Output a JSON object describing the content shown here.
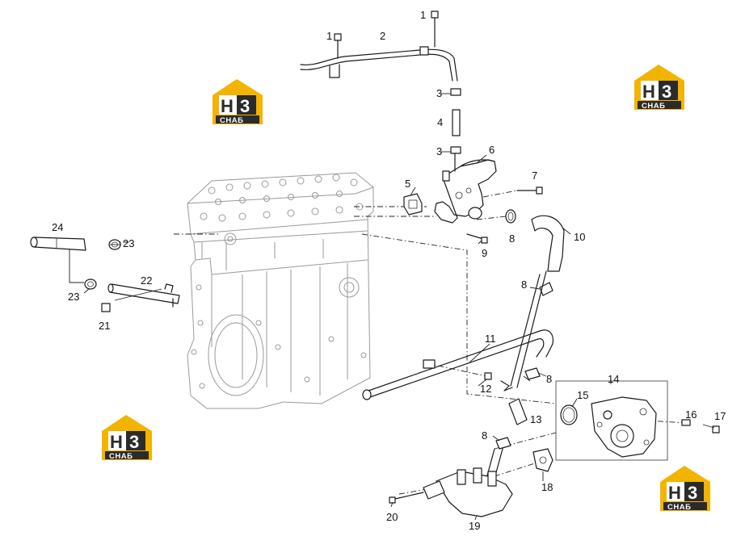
{
  "callouts": [
    {
      "id": "c1a",
      "text": "1"
    },
    {
      "id": "c1b",
      "text": "1"
    },
    {
      "id": "c2",
      "text": "2"
    },
    {
      "id": "c3a",
      "text": "3"
    },
    {
      "id": "c3b",
      "text": "3"
    },
    {
      "id": "c4",
      "text": "4"
    },
    {
      "id": "c5",
      "text": "5"
    },
    {
      "id": "c6",
      "text": "6"
    },
    {
      "id": "c7",
      "text": "7"
    },
    {
      "id": "c8a",
      "text": "8"
    },
    {
      "id": "c8b",
      "text": "8"
    },
    {
      "id": "c8c",
      "text": "8"
    },
    {
      "id": "c8d",
      "text": "8"
    },
    {
      "id": "c9",
      "text": "9"
    },
    {
      "id": "c10",
      "text": "10"
    },
    {
      "id": "c11",
      "text": "11"
    },
    {
      "id": "c12",
      "text": "12"
    },
    {
      "id": "c13",
      "text": "13"
    },
    {
      "id": "c14",
      "text": "14"
    },
    {
      "id": "c15",
      "text": "15"
    },
    {
      "id": "c16",
      "text": "16"
    },
    {
      "id": "c17",
      "text": "17"
    },
    {
      "id": "c18",
      "text": "18"
    },
    {
      "id": "c19",
      "text": "19"
    },
    {
      "id": "c20",
      "text": "20"
    },
    {
      "id": "c21",
      "text": "21"
    },
    {
      "id": "c22",
      "text": "22"
    },
    {
      "id": "c23a",
      "text": "23"
    },
    {
      "id": "c23b",
      "text": "23"
    },
    {
      "id": "c24",
      "text": "24"
    }
  ],
  "watermark": {
    "mark": "Н3",
    "sub": "СНАБ",
    "color": "#f2b400",
    "badge_color": "#2b2b2b"
  },
  "colors": {
    "line": "#1a1a1a",
    "engine_block": "#9a9a9a",
    "background": "#ffffff"
  }
}
